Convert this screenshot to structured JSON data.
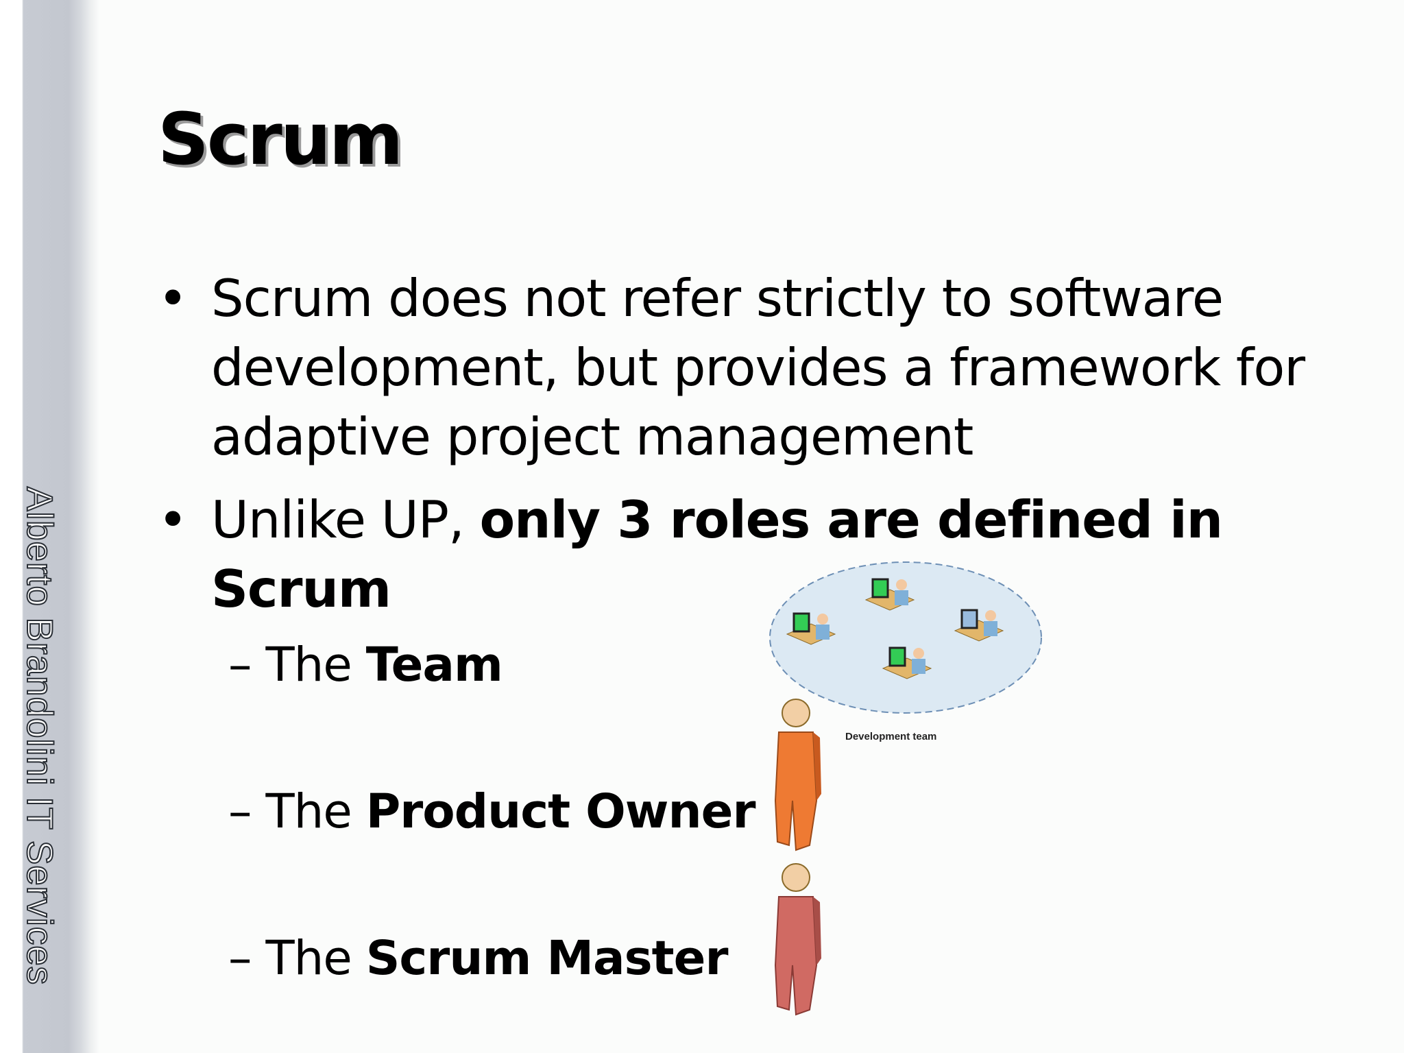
{
  "sidebar": {
    "text": "Alberto Brandolini IT Services"
  },
  "slide": {
    "title": "Scrum",
    "bullets": [
      {
        "marker": "•",
        "text": "Scrum does not refer strictly to software development, but provides a framework for adaptive project management"
      },
      {
        "marker": "•",
        "lead": "Unlike UP, ",
        "bold": "only 3 roles are defined in Scrum"
      }
    ],
    "roles": [
      {
        "dash": "–",
        "prefix": "The ",
        "name": "Team"
      },
      {
        "dash": "–",
        "prefix": "The ",
        "name": "Product Owner"
      },
      {
        "dash": "–",
        "prefix": "The ",
        "name": "Scrum Master"
      }
    ],
    "figure": {
      "team_caption": "Development team"
    }
  },
  "colors": {
    "product_owner": "#ee7a33",
    "scrum_master": "#d06a63",
    "team_ellipse_fill": "#dce9f3",
    "team_ellipse_border": "#6d8fb5"
  }
}
